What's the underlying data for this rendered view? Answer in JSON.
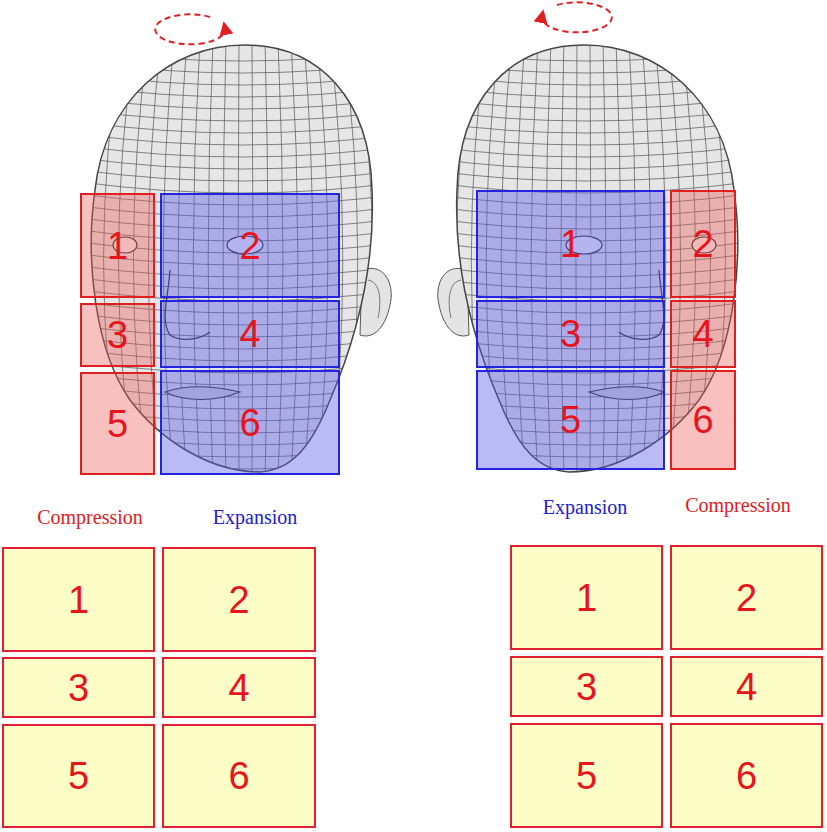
{
  "diagram": {
    "nodes": [
      {
        "text": [
          "1"
        ]
      },
      {
        "text": [
          "2"
        ]
      },
      {
        "text": [
          "3"
        ]
      },
      {
        "text": [
          "4"
        ]
      },
      {
        "text": [
          "5"
        ]
      },
      {
        "text": [
          "6"
        ]
      },
      {
        "text": [
          "1"
        ]
      },
      {
        "text": [
          "2"
        ]
      },
      {
        "text": [
          "3"
        ]
      },
      {
        "text": [
          "4"
        ]
      },
      {
        "text": [
          "5"
        ]
      },
      {
        "text": [
          "6"
        ]
      },
      {
        "text": [
          "1"
        ]
      },
      {
        "text": [
          "2"
        ]
      },
      {
        "text": [
          "3"
        ]
      },
      {
        "text": [
          "4"
        ]
      },
      {
        "text": [
          "5"
        ]
      },
      {
        "text": [
          "6"
        ]
      },
      {
        "text": [
          "1"
        ]
      },
      {
        "text": [
          "2"
        ]
      },
      {
        "text": [
          "3"
        ]
      },
      {
        "text": [
          "4"
        ]
      },
      {
        "text": [
          "5"
        ]
      },
      {
        "text": [
          "6"
        ]
      }
    ],
    "labels": [
      "Compression",
      "Expansion",
      "Expansion",
      "Compression"
    ]
  }
}
